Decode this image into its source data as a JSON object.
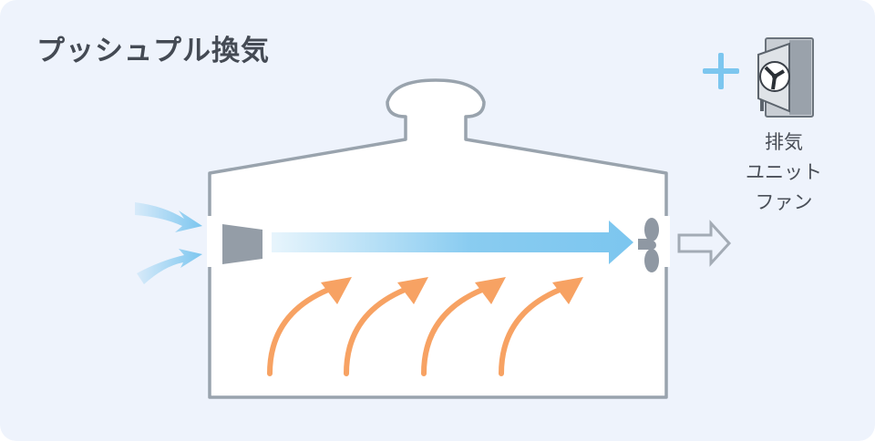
{
  "title": "プッシュプル換気",
  "addon": {
    "plus_icon": "plus-icon",
    "image_icon": "exhaust-fan-unit-image",
    "label_lines": [
      "排気",
      "ユニット",
      "ファン"
    ]
  },
  "icons": {
    "inlet_icon": "inlet-air-arrow-icon",
    "heat_icon": "rising-heat-arrow-icon",
    "push_icon": "push-nozzle-icon",
    "fan_icon": "exhaust-fan-icon",
    "outlet_icon": "outlet-air-arrow-icon"
  },
  "colors": {
    "background": "#eef3fc",
    "outline": "#99a3ad",
    "fresh_air": "#7cc6ef",
    "heat": "#f7a263",
    "exhaust": "#a3abb5",
    "title": "#444a54"
  }
}
